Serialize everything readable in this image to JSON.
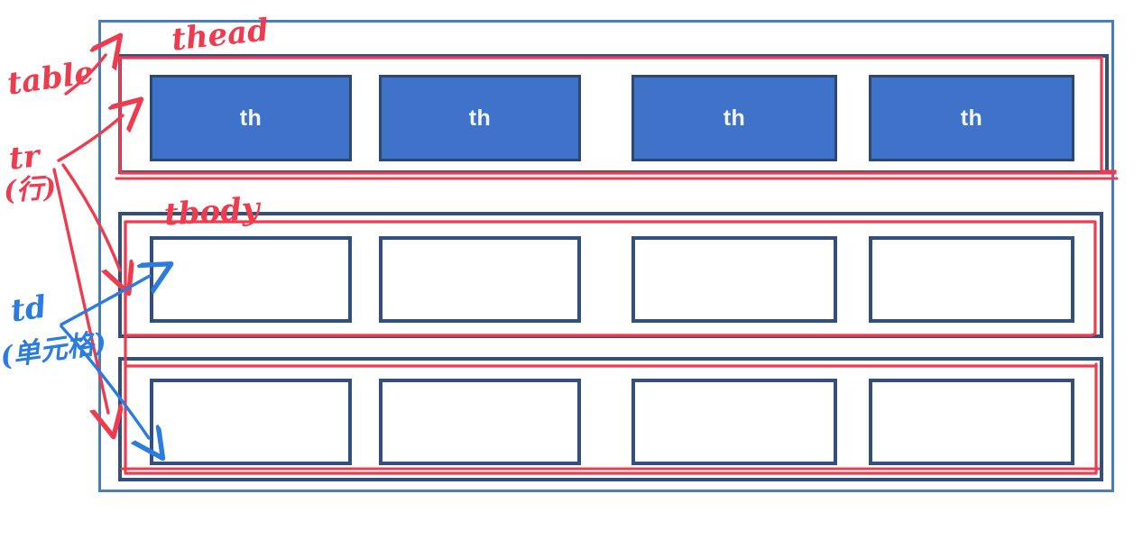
{
  "diagram": {
    "title": "HTML table structure annotated diagram",
    "colors": {
      "table_border": "#4a7ebb",
      "row_border": "#33507c",
      "th_fill": "#3e73c9",
      "th_border": "#2c4770",
      "th_text": "#f2f6fc",
      "td_fill": "#ffffff",
      "td_border": "#33507c",
      "annotation_red": "#ef3b4e",
      "annotation_blue": "#2b7ce0",
      "background": "#ffffff"
    }
  },
  "table": {
    "thead": {
      "label": "thead",
      "rows": [
        {
          "label": "tr",
          "cells": [
            {
              "type": "th",
              "text": "th"
            },
            {
              "type": "th",
              "text": "th"
            },
            {
              "type": "th",
              "text": "th"
            },
            {
              "type": "th",
              "text": "th"
            }
          ]
        }
      ]
    },
    "tbody": {
      "label": "tbody",
      "rows": [
        {
          "label": "tr",
          "cells": [
            {
              "type": "td",
              "text": ""
            },
            {
              "type": "td",
              "text": ""
            },
            {
              "type": "td",
              "text": ""
            },
            {
              "type": "td",
              "text": ""
            }
          ]
        },
        {
          "label": "tr",
          "cells": [
            {
              "type": "td",
              "text": ""
            },
            {
              "type": "td",
              "text": ""
            },
            {
              "type": "td",
              "text": ""
            },
            {
              "type": "td",
              "text": ""
            }
          ]
        }
      ]
    }
  },
  "annotations": [
    {
      "id": "table",
      "text": "table",
      "color": "red",
      "points_to": "outer table frame",
      "arrow_count": 1
    },
    {
      "id": "thead",
      "text": "thead",
      "color": "red",
      "points_to": "header row group",
      "arrow_count": 0
    },
    {
      "id": "tbody",
      "text": "tbody",
      "color": "red",
      "points_to": "body row group",
      "arrow_count": 0
    },
    {
      "id": "tr",
      "text": "tr",
      "text_cn": "(行)",
      "color": "red",
      "points_to": "each table row",
      "arrow_count": 3
    },
    {
      "id": "td",
      "text": "td",
      "text_cn": "(单元格)",
      "color": "blue",
      "points_to": "each body cell",
      "arrow_count": 2
    }
  ]
}
